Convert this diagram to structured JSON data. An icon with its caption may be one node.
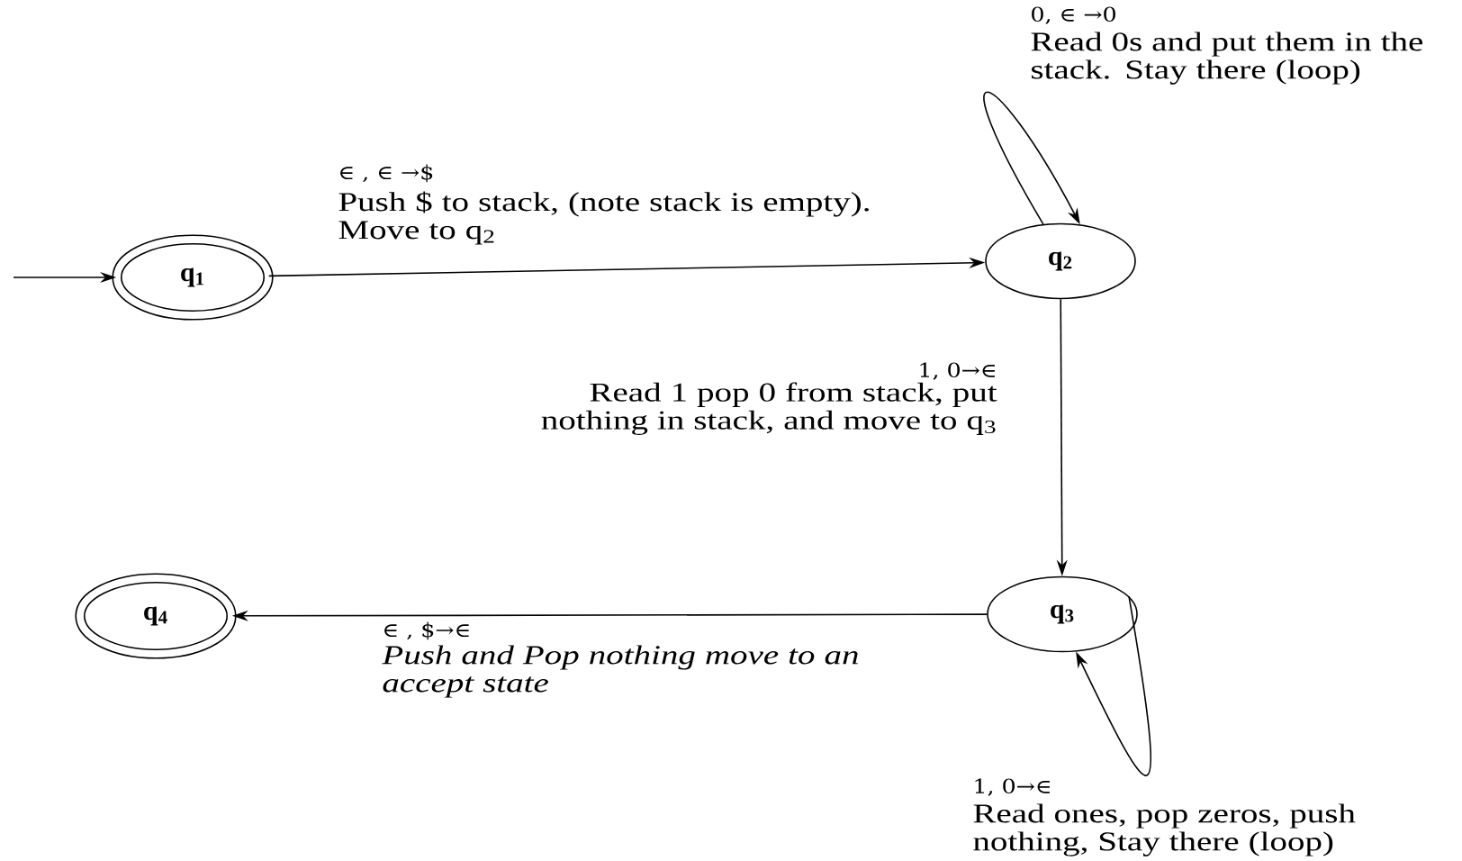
{
  "diagram": {
    "nodes": [
      {
        "text": [
          "q$_{1}$"
        ]
      },
      {
        "text": [
          "q$_{2}$"
        ]
      },
      {
        "text": [
          "q$_{3}$"
        ]
      },
      {
        "text": [
          "q$_{4}$"
        ]
      }
    ],
    "edges": [
      {
        "from": null,
        "to": 0,
        "arrow": "to"
      },
      {
        "from": 0,
        "to": 1,
        "arrow": "to",
        "label": "∈ , ∈ →$"
      },
      {
        "from": 1,
        "to": 1,
        "arrow": "to",
        "label": "0, ∈ →0"
      },
      {
        "from": 1,
        "to": 2,
        "arrow": "to",
        "label": "1, 0→∈"
      },
      {
        "from": 2,
        "to": 3,
        "arrow": "to",
        "label": "∈ , $→∈"
      },
      {
        "from": 2,
        "to": 2,
        "arrow": "to",
        "label": "1, 0→∈"
      }
    ],
    "labels": [
      "Read 0s and put them in the stack. Stay there (loop)",
      "Push $ to stack, (note stack is empty). Move to q$_{2}$",
      "Read 1 pop 0 from stack, put nothing in stack, and move to q$_{3}$",
      "Push and Pop nothing move to an accept state",
      "Read ones, pop zeros, push nothing, Stay there (loop)"
    ]
  }
}
